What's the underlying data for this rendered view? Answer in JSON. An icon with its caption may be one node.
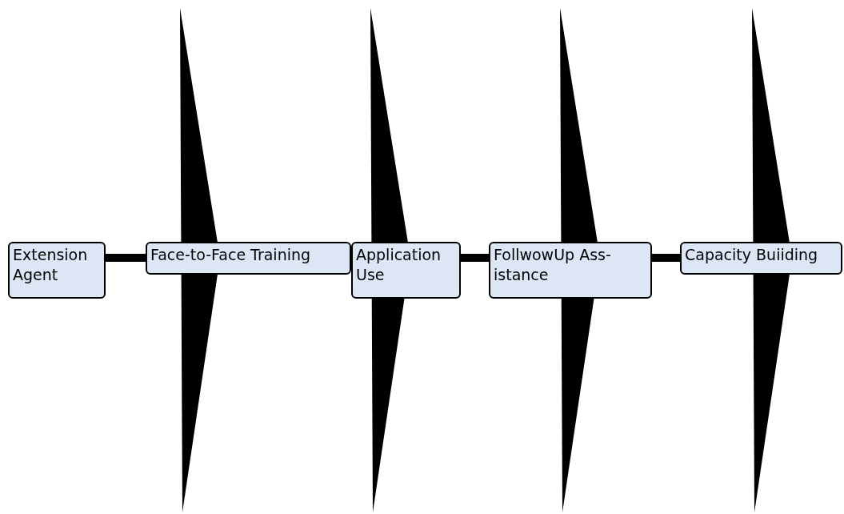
{
  "diagram": {
    "nodes": [
      {
        "text": [
          "Extension Agent"
        ]
      },
      {
        "text": [
          "Face-to-Face Training"
        ]
      },
      {
        "text": [
          "Application Use"
        ]
      },
      {
        "text": [
          "FollwowUp Ass- istance"
        ]
      },
      {
        "text": [
          "Capacity Buiiding"
        ]
      }
    ],
    "edges": [
      {
        "from": 0,
        "to": 1,
        "arrow": "none"
      },
      {
        "from": 2,
        "to": 3,
        "arrow": "none"
      },
      {
        "from": 3,
        "to": 4,
        "arrow": "none"
      }
    ]
  }
}
